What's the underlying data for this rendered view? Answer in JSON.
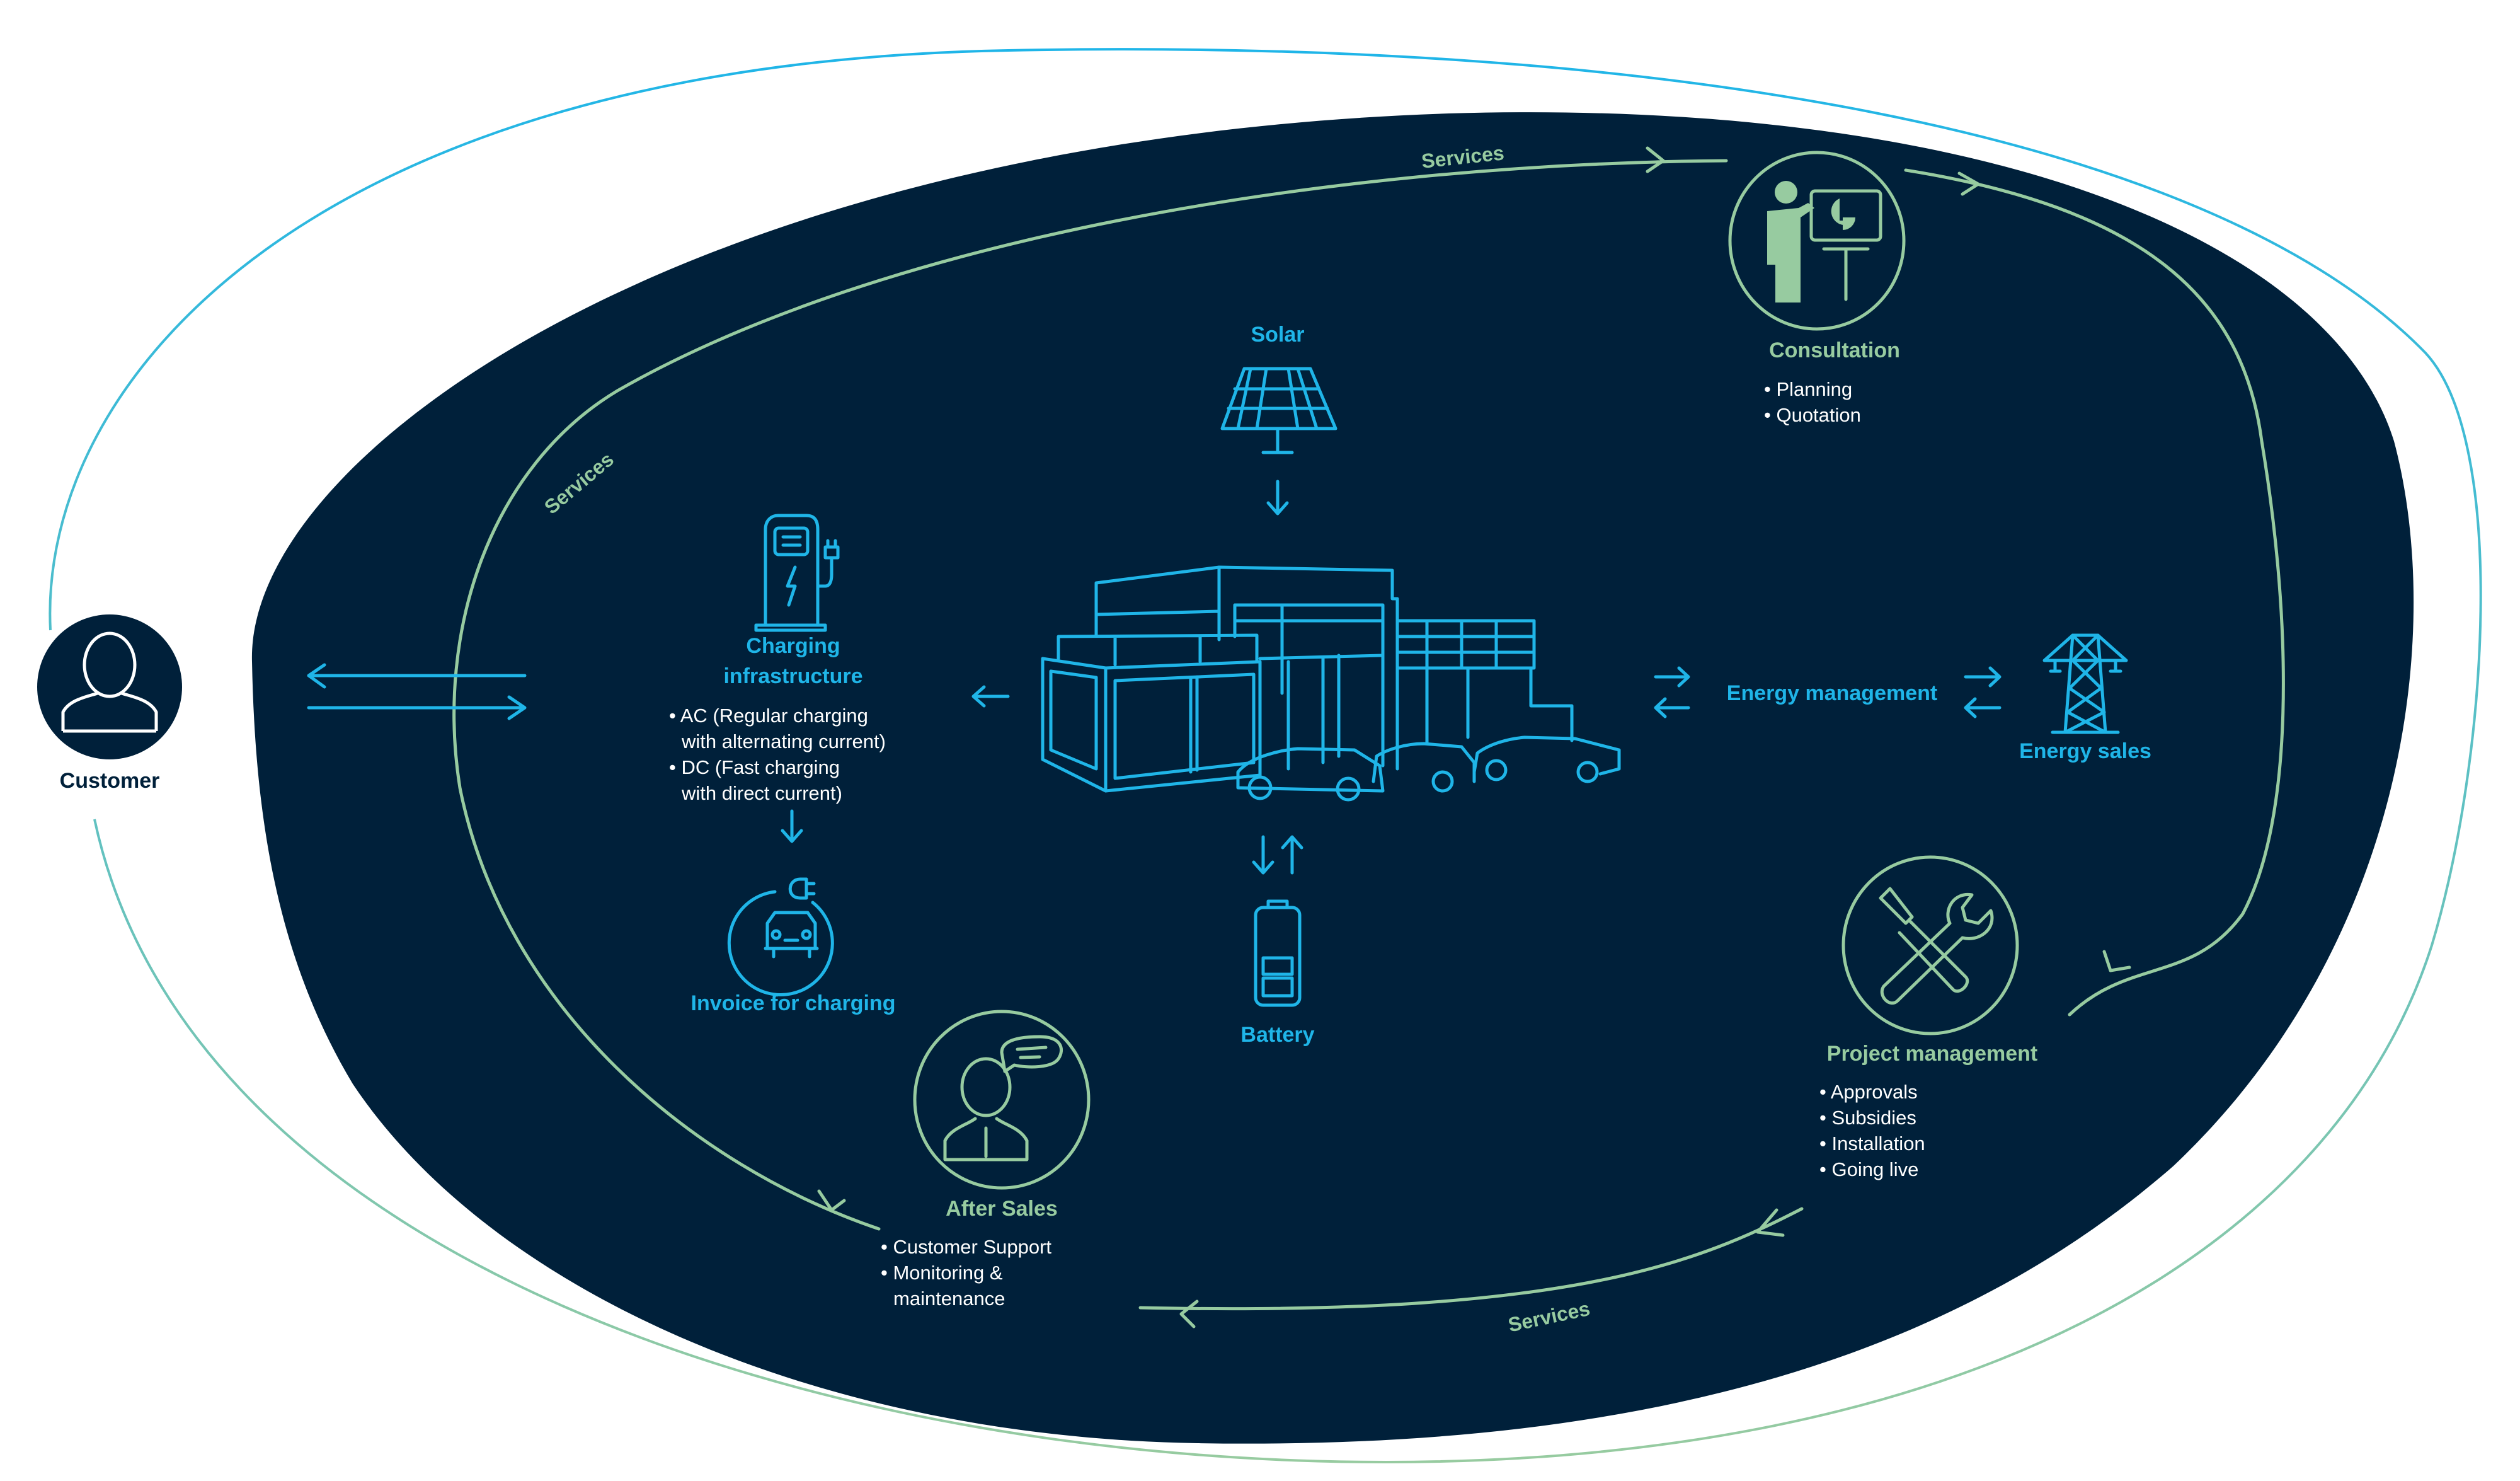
{
  "colors": {
    "navy": "#00203a",
    "blue": "#1fb5e8",
    "green": "#97cba0"
  },
  "customer": {
    "label": "Customer",
    "icon": "person-icon"
  },
  "services_label": "Services",
  "solar": {
    "label": "Solar",
    "icon": "solar-panel-icon"
  },
  "charging": {
    "label_line1": "Charging",
    "label_line2": "infrastructure",
    "bullets": [
      "• AC (Regular charging",
      "with alternating current)",
      "• DC (Fast charging",
      "with direct current)"
    ],
    "icon": "charging-station-icon"
  },
  "invoice": {
    "label": "Invoice for charging",
    "icon": "car-plug-icon"
  },
  "battery": {
    "label": "Battery",
    "icon": "battery-icon"
  },
  "energy_management": {
    "label": "Energy management"
  },
  "energy_sales": {
    "label": "Energy sales",
    "icon": "power-pylon-icon"
  },
  "consultation": {
    "label": "Consultation",
    "bullets": [
      "• Planning",
      "• Quotation"
    ],
    "icon": "presenter-icon"
  },
  "project_management": {
    "label": "Project management",
    "bullets": [
      "• Approvals",
      "• Subsidies",
      "• Installation",
      "• Going live"
    ],
    "icon": "tools-icon"
  },
  "after_sales": {
    "label": "After Sales",
    "bullets": [
      "• Customer Support",
      "• Monitoring &",
      "maintenance"
    ],
    "icon": "support-agent-icon"
  }
}
